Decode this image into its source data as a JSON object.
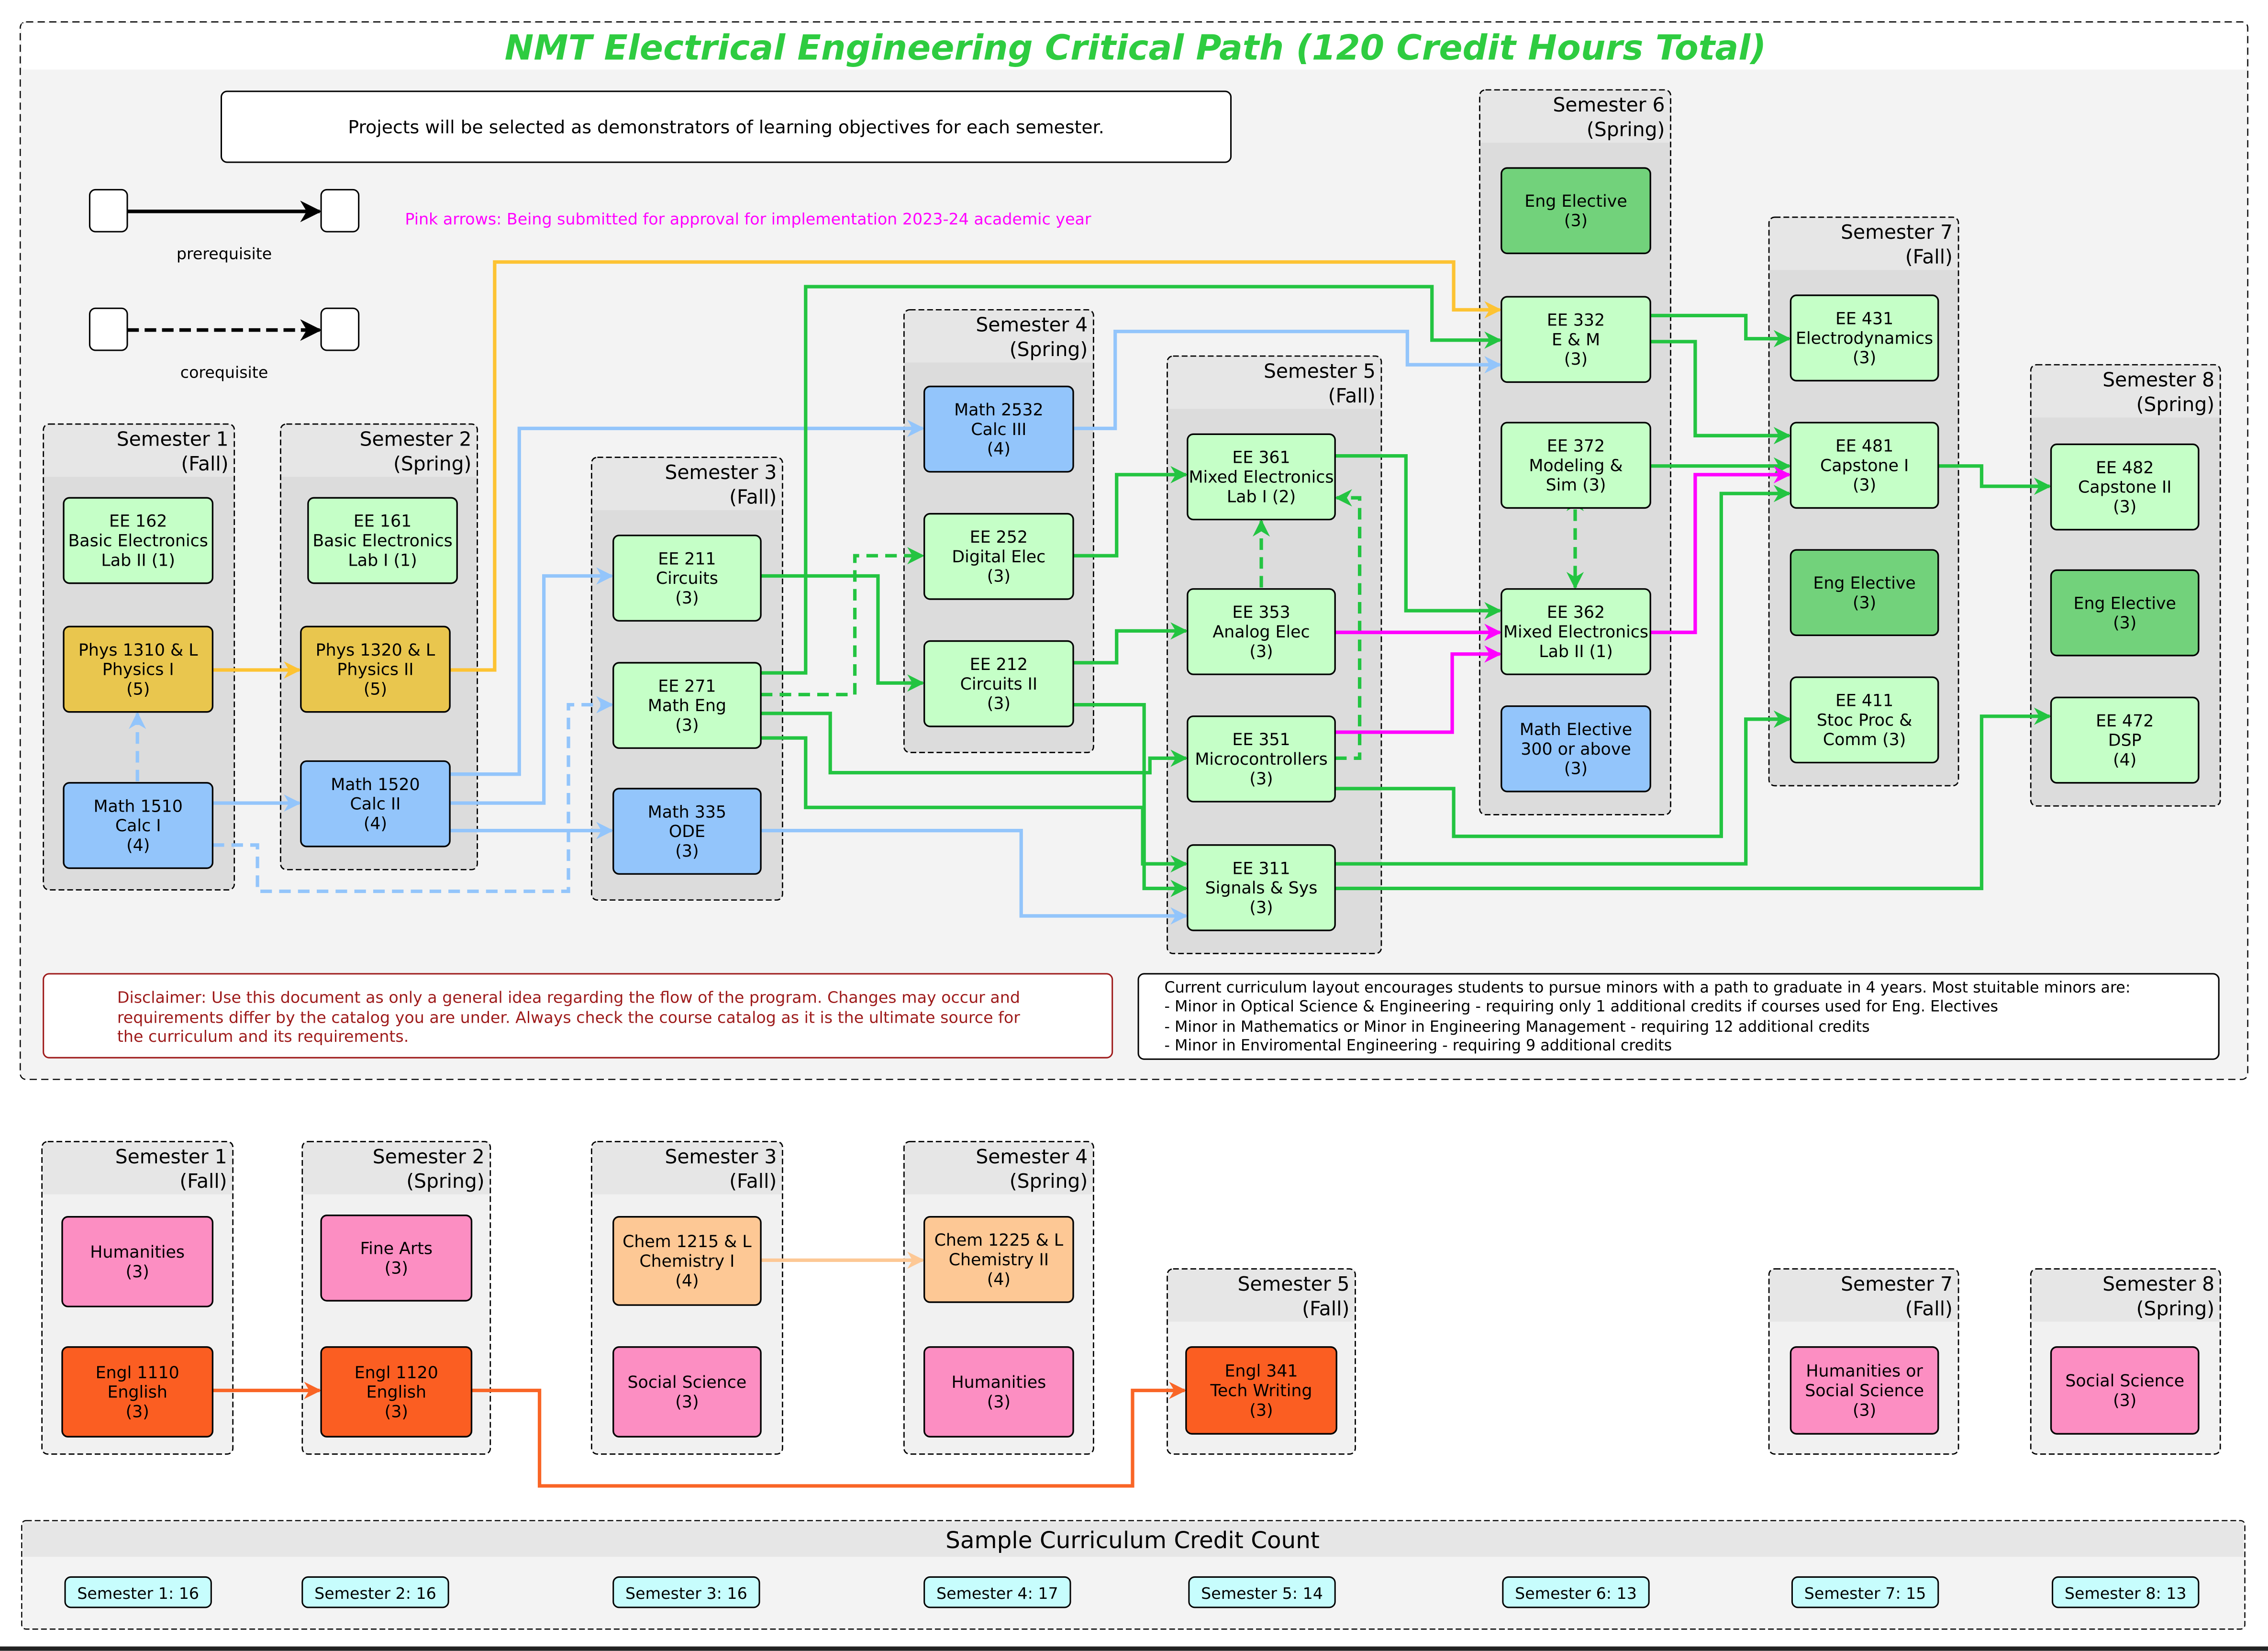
{
  "title": "NMT Electrical Engineering Critical Path (120 Credit Hours Total)",
  "colors": {
    "title": "#2ecc40",
    "ee": "#c5ffc7",
    "elective": "#72d27b",
    "math": "#93c5fb",
    "physics": "#e9c64e",
    "humanities": "#fc8ec2",
    "english": "#fb5e22",
    "chemistry": "#fdc895",
    "credit": "#c7fdfd",
    "arrow_green": "#23c441",
    "arrow_blue": "#93c5fb",
    "arrow_yellow": "#fdc333",
    "arrow_pink": "#ff00ff",
    "arrow_orange": "#f96526",
    "arrow_chem": "#fdc895",
    "disclaimer": "#9e1b1b"
  },
  "notes": {
    "projects": "Projects will be selected as demonstrators of learning objectives for each semester.",
    "pink_arrows": "Pink arrows: Being submitted for approval for implementation 2023-24 academic year",
    "disclaimer": [
      "Disclaimer: Use this document as only a general idea regarding the flow of the program. Changes may occur and",
      "requirements differ by the catalog you are under.  Always check the course catalog as it is the ultimate source for",
      "the curriculum and its requirements."
    ],
    "minors": [
      "Current curriculum layout encourages students to pursue minors with a path to graduate in 4 years. Most stuitable minors are:",
      "- Minor in Optical Science & Engineering - requiring only 1 additional credits if courses used for Eng. Electives",
      "- Minor in Mathematics or Minor in Engineering Management - requiring 12 additional credits",
      "- Minor in Enviromental Engineering - requiring 9 additional credits"
    ]
  },
  "legend": {
    "prerequisite": "prerequisite",
    "corequisite": "corequisite"
  },
  "semesters_main": [
    {
      "id": "s1",
      "label": "Semester 1",
      "term": "(Fall)"
    },
    {
      "id": "s2",
      "label": "Semester 2",
      "term": "(Spring)"
    },
    {
      "id": "s3",
      "label": "Semester 3",
      "term": "(Fall)"
    },
    {
      "id": "s4",
      "label": "Semester 4",
      "term": "(Spring)"
    },
    {
      "id": "s5",
      "label": "Semester 5",
      "term": "(Fall)"
    },
    {
      "id": "s6",
      "label": "Semester 6",
      "term": "(Spring)"
    },
    {
      "id": "s7",
      "label": "Semester 7",
      "term": "(Fall)"
    },
    {
      "id": "s8",
      "label": "Semester 8",
      "term": "(Spring)"
    }
  ],
  "courses_main": [
    {
      "id": "ee162",
      "sem": "s1",
      "type": "ee",
      "lines": [
        "EE 162",
        "Basic Electronics",
        "Lab II (1)"
      ]
    },
    {
      "id": "phys1310",
      "sem": "s1",
      "type": "physics",
      "lines": [
        "Phys 1310 & L",
        "Physics I",
        "(5)"
      ]
    },
    {
      "id": "math1510",
      "sem": "s1",
      "type": "math",
      "lines": [
        "Math 1510",
        "Calc I",
        "(4)"
      ]
    },
    {
      "id": "ee161",
      "sem": "s2",
      "type": "ee",
      "lines": [
        "EE 161",
        "Basic Electronics",
        "Lab I (1)"
      ]
    },
    {
      "id": "phys1320",
      "sem": "s2",
      "type": "physics",
      "lines": [
        "Phys 1320 & L",
        "Physics II",
        "(5)"
      ]
    },
    {
      "id": "math1520",
      "sem": "s2",
      "type": "math",
      "lines": [
        "Math 1520",
        "Calc II",
        "(4)"
      ]
    },
    {
      "id": "ee211",
      "sem": "s3",
      "type": "ee",
      "lines": [
        "EE 211",
        "Circuits",
        "(3)"
      ]
    },
    {
      "id": "ee271",
      "sem": "s3",
      "type": "ee",
      "lines": [
        "EE 271",
        "Math Eng",
        "(3)"
      ]
    },
    {
      "id": "math335",
      "sem": "s3",
      "type": "math",
      "lines": [
        "Math 335",
        "ODE",
        "(3)"
      ]
    },
    {
      "id": "math2532",
      "sem": "s4",
      "type": "math",
      "lines": [
        "Math 2532",
        "Calc III",
        "(4)"
      ]
    },
    {
      "id": "ee252",
      "sem": "s4",
      "type": "ee",
      "lines": [
        "EE 252",
        "Digital Elec",
        "(3)"
      ]
    },
    {
      "id": "ee212",
      "sem": "s4",
      "type": "ee",
      "lines": [
        "EE 212",
        "Circuits II",
        "(3)"
      ]
    },
    {
      "id": "ee361",
      "sem": "s5",
      "type": "ee",
      "lines": [
        "EE 361",
        "Mixed Electronics",
        "Lab I (2)"
      ]
    },
    {
      "id": "ee353",
      "sem": "s5",
      "type": "ee",
      "lines": [
        "EE 353",
        "Analog Elec",
        "(3)"
      ]
    },
    {
      "id": "ee351",
      "sem": "s5",
      "type": "ee",
      "lines": [
        "EE 351",
        "Microcontrollers",
        "(3)"
      ]
    },
    {
      "id": "ee311",
      "sem": "s5",
      "type": "ee",
      "lines": [
        "EE 311",
        "Signals & Sys",
        "(3)"
      ]
    },
    {
      "id": "engel6",
      "sem": "s6",
      "type": "elective",
      "lines": [
        "Eng Elective",
        "(3)"
      ]
    },
    {
      "id": "ee332",
      "sem": "s6",
      "type": "ee",
      "lines": [
        "EE 332",
        "E & M",
        "(3)"
      ]
    },
    {
      "id": "ee372",
      "sem": "s6",
      "type": "ee",
      "lines": [
        "EE 372",
        "Modeling &",
        "Sim (3)"
      ]
    },
    {
      "id": "ee362",
      "sem": "s6",
      "type": "ee",
      "lines": [
        "EE 362",
        "Mixed Electronics",
        "Lab II (1)"
      ]
    },
    {
      "id": "mathel",
      "sem": "s6",
      "type": "math",
      "lines": [
        "Math Elective",
        "300 or above",
        "(3)"
      ]
    },
    {
      "id": "ee431",
      "sem": "s7",
      "type": "ee",
      "lines": [
        "EE 431",
        "Electrodynamics",
        "(3)"
      ]
    },
    {
      "id": "ee481",
      "sem": "s7",
      "type": "ee",
      "lines": [
        "EE 481",
        "Capstone I",
        "(3)"
      ]
    },
    {
      "id": "engel7",
      "sem": "s7",
      "type": "elective",
      "lines": [
        "Eng Elective",
        "(3)"
      ]
    },
    {
      "id": "ee411",
      "sem": "s7",
      "type": "ee",
      "lines": [
        "EE 411",
        "Stoc Proc &",
        "Comm (3)"
      ]
    },
    {
      "id": "ee482",
      "sem": "s8",
      "type": "ee",
      "lines": [
        "EE 482",
        "Capstone II",
        "(3)"
      ]
    },
    {
      "id": "engel8",
      "sem": "s8",
      "type": "elective",
      "lines": [
        "Eng Elective",
        "(3)"
      ]
    },
    {
      "id": "ee472",
      "sem": "s8",
      "type": "ee",
      "lines": [
        "EE 472",
        "DSP",
        "(4)"
      ]
    }
  ],
  "semesters_gened": [
    {
      "id": "g1",
      "label": "Semester 1",
      "term": "(Fall)"
    },
    {
      "id": "g2",
      "label": "Semester 2",
      "term": "(Spring)"
    },
    {
      "id": "g3",
      "label": "Semester 3",
      "term": "(Fall)"
    },
    {
      "id": "g4",
      "label": "Semester 4",
      "term": "(Spring)"
    },
    {
      "id": "g5",
      "label": "Semester 5",
      "term": "(Fall)"
    },
    {
      "id": "g7",
      "label": "Semester 7",
      "term": "(Fall)"
    },
    {
      "id": "g8",
      "label": "Semester 8",
      "term": "(Spring)"
    }
  ],
  "courses_gened": [
    {
      "id": "hum1",
      "sem": "g1",
      "type": "humanities",
      "lines": [
        "Humanities",
        "(3)"
      ]
    },
    {
      "id": "engl1110",
      "sem": "g1",
      "type": "english",
      "lines": [
        "Engl 1110",
        "English",
        "(3)"
      ]
    },
    {
      "id": "finearts",
      "sem": "g2",
      "type": "humanities",
      "lines": [
        "Fine Arts",
        "(3)"
      ]
    },
    {
      "id": "engl1120",
      "sem": "g2",
      "type": "english",
      "lines": [
        "Engl 1120",
        "English",
        "(3)"
      ]
    },
    {
      "id": "chem1215",
      "sem": "g3",
      "type": "chemistry",
      "lines": [
        "Chem 1215 & L",
        "Chemistry I",
        "(4)"
      ]
    },
    {
      "id": "socsci3",
      "sem": "g3",
      "type": "humanities",
      "lines": [
        "Social Science",
        "(3)"
      ]
    },
    {
      "id": "chem1225",
      "sem": "g4",
      "type": "chemistry",
      "lines": [
        "Chem 1225 & L",
        "Chemistry II",
        "(4)"
      ]
    },
    {
      "id": "hum4",
      "sem": "g4",
      "type": "humanities",
      "lines": [
        "Humanities",
        "(3)"
      ]
    },
    {
      "id": "engl341",
      "sem": "g5",
      "type": "english",
      "lines": [
        "Engl 341",
        "Tech Writing",
        "(3)"
      ]
    },
    {
      "id": "humsoc7",
      "sem": "g7",
      "type": "humanities",
      "lines": [
        "Humanities or",
        "Social Science",
        "(3)"
      ]
    },
    {
      "id": "socsci8",
      "sem": "g8",
      "type": "humanities",
      "lines": [
        "Social Science",
        "(3)"
      ]
    }
  ],
  "credit_count": {
    "title": "Sample Curriculum Credit Count",
    "items": [
      "Semester 1: 16",
      "Semester 2: 16",
      "Semester 3: 16",
      "Semester 4: 17",
      "Semester 5: 14",
      "Semester 6: 13",
      "Semester 7: 15",
      "Semester 8: 13"
    ]
  },
  "edges": [
    {
      "from": "phys1310",
      "to": "phys1320",
      "kind": "prerequisite",
      "color": "arrow_yellow"
    },
    {
      "from": "phys1320",
      "to": "ee332",
      "kind": "prerequisite",
      "color": "arrow_yellow"
    },
    {
      "from": "math1510",
      "to": "phys1310",
      "kind": "corequisite",
      "color": "arrow_blue"
    },
    {
      "from": "math1510",
      "to": "math1520",
      "kind": "prerequisite",
      "color": "arrow_blue"
    },
    {
      "from": "math1510",
      "to": "ee271",
      "kind": "corequisite",
      "color": "arrow_blue"
    },
    {
      "from": "math1520",
      "to": "math2532",
      "kind": "prerequisite",
      "color": "arrow_blue"
    },
    {
      "from": "math1520",
      "to": "ee211",
      "kind": "prerequisite",
      "color": "arrow_blue"
    },
    {
      "from": "math1520",
      "to": "math335",
      "kind": "prerequisite",
      "color": "arrow_blue"
    },
    {
      "from": "math2532",
      "to": "ee332",
      "kind": "prerequisite",
      "color": "arrow_blue"
    },
    {
      "from": "math335",
      "to": "ee311",
      "kind": "prerequisite",
      "color": "arrow_blue"
    },
    {
      "from": "ee211",
      "to": "ee212",
      "kind": "prerequisite",
      "color": "arrow_green"
    },
    {
      "from": "ee271",
      "to": "ee332",
      "kind": "prerequisite",
      "color": "arrow_green"
    },
    {
      "from": "ee271",
      "to": "ee252",
      "kind": "corequisite",
      "color": "arrow_green"
    },
    {
      "from": "ee271",
      "to": "ee351",
      "kind": "prerequisite",
      "color": "arrow_green"
    },
    {
      "from": "ee271",
      "to": "ee311",
      "kind": "prerequisite",
      "color": "arrow_green"
    },
    {
      "from": "ee252",
      "to": "ee361",
      "kind": "prerequisite",
      "color": "arrow_green"
    },
    {
      "from": "ee212",
      "to": "ee353",
      "kind": "prerequisite",
      "color": "arrow_green"
    },
    {
      "from": "ee212",
      "to": "ee311",
      "kind": "prerequisite",
      "color": "arrow_green"
    },
    {
      "from": "ee353",
      "to": "ee361",
      "kind": "corequisite",
      "color": "arrow_green"
    },
    {
      "from": "ee351",
      "to": "ee361",
      "kind": "corequisite",
      "color": "arrow_green"
    },
    {
      "from": "ee361",
      "to": "ee362",
      "kind": "prerequisite",
      "color": "arrow_green"
    },
    {
      "from": "ee353",
      "to": "ee362",
      "kind": "prerequisite",
      "color": "arrow_pink"
    },
    {
      "from": "ee351",
      "to": "ee362",
      "kind": "prerequisite",
      "color": "arrow_pink"
    },
    {
      "from": "ee372",
      "to": "ee362",
      "kind": "corequisite",
      "color": "arrow_green"
    },
    {
      "from": "ee332",
      "to": "ee431",
      "kind": "prerequisite",
      "color": "arrow_green"
    },
    {
      "from": "ee332",
      "to": "ee481",
      "kind": "prerequisite",
      "color": "arrow_green"
    },
    {
      "from": "ee372",
      "to": "ee481",
      "kind": "prerequisite",
      "color": "arrow_green"
    },
    {
      "from": "ee362",
      "to": "ee481",
      "kind": "prerequisite",
      "color": "arrow_pink"
    },
    {
      "from": "ee351",
      "to": "ee481",
      "kind": "prerequisite",
      "color": "arrow_green"
    },
    {
      "from": "ee311",
      "to": "ee411",
      "kind": "prerequisite",
      "color": "arrow_green"
    },
    {
      "from": "ee311",
      "to": "ee472",
      "kind": "prerequisite",
      "color": "arrow_green"
    },
    {
      "from": "ee481",
      "to": "ee482",
      "kind": "prerequisite",
      "color": "arrow_green"
    },
    {
      "from": "engl1110",
      "to": "engl1120",
      "kind": "prerequisite",
      "color": "arrow_orange"
    },
    {
      "from": "engl1120",
      "to": "engl341",
      "kind": "prerequisite",
      "color": "arrow_orange"
    },
    {
      "from": "chem1215",
      "to": "chem1225",
      "kind": "prerequisite",
      "color": "arrow_chem"
    }
  ]
}
